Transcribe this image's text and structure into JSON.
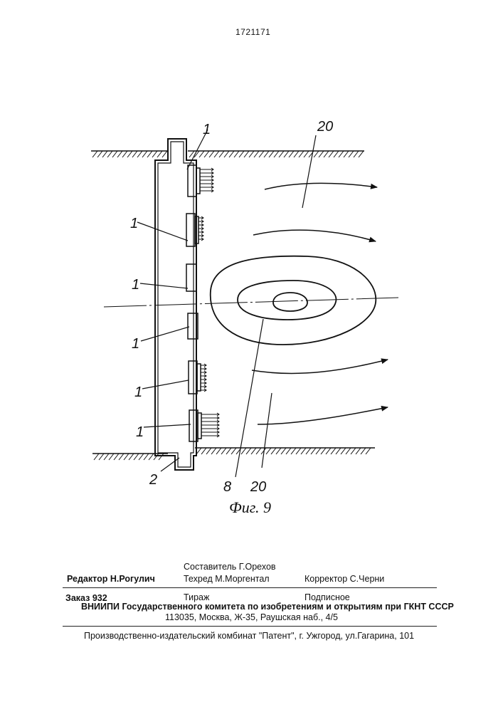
{
  "patent_number": "1721171",
  "figure": {
    "caption": "Фиг. 9",
    "labels": {
      "l1a": "1",
      "l1b": "1",
      "l1c": "1",
      "l1d": "1",
      "l1e": "1",
      "l1f": "1",
      "l2": "2",
      "l8": "8",
      "l20top": "20",
      "l20bot": "20"
    }
  },
  "colophon": {
    "compiler": "Составитель  Г.Орехов",
    "editor": "Редактор  Н.Рогулич",
    "techred": "Техред М.Моргентал",
    "corrector": "Корректор  С.Черни",
    "order": "Заказ  932",
    "circulation": "Тираж",
    "subscription": "Подписное",
    "institute": "ВНИИПИ Государственного комитета по изобретениям и открытиям при ГКНТ СССР",
    "address": "113035, Москва, Ж-35, Раушская наб., 4/5",
    "publisher": "Производственно-издательский комбинат \"Патент\", г. Ужгород, ул.Гагарина, 101"
  }
}
